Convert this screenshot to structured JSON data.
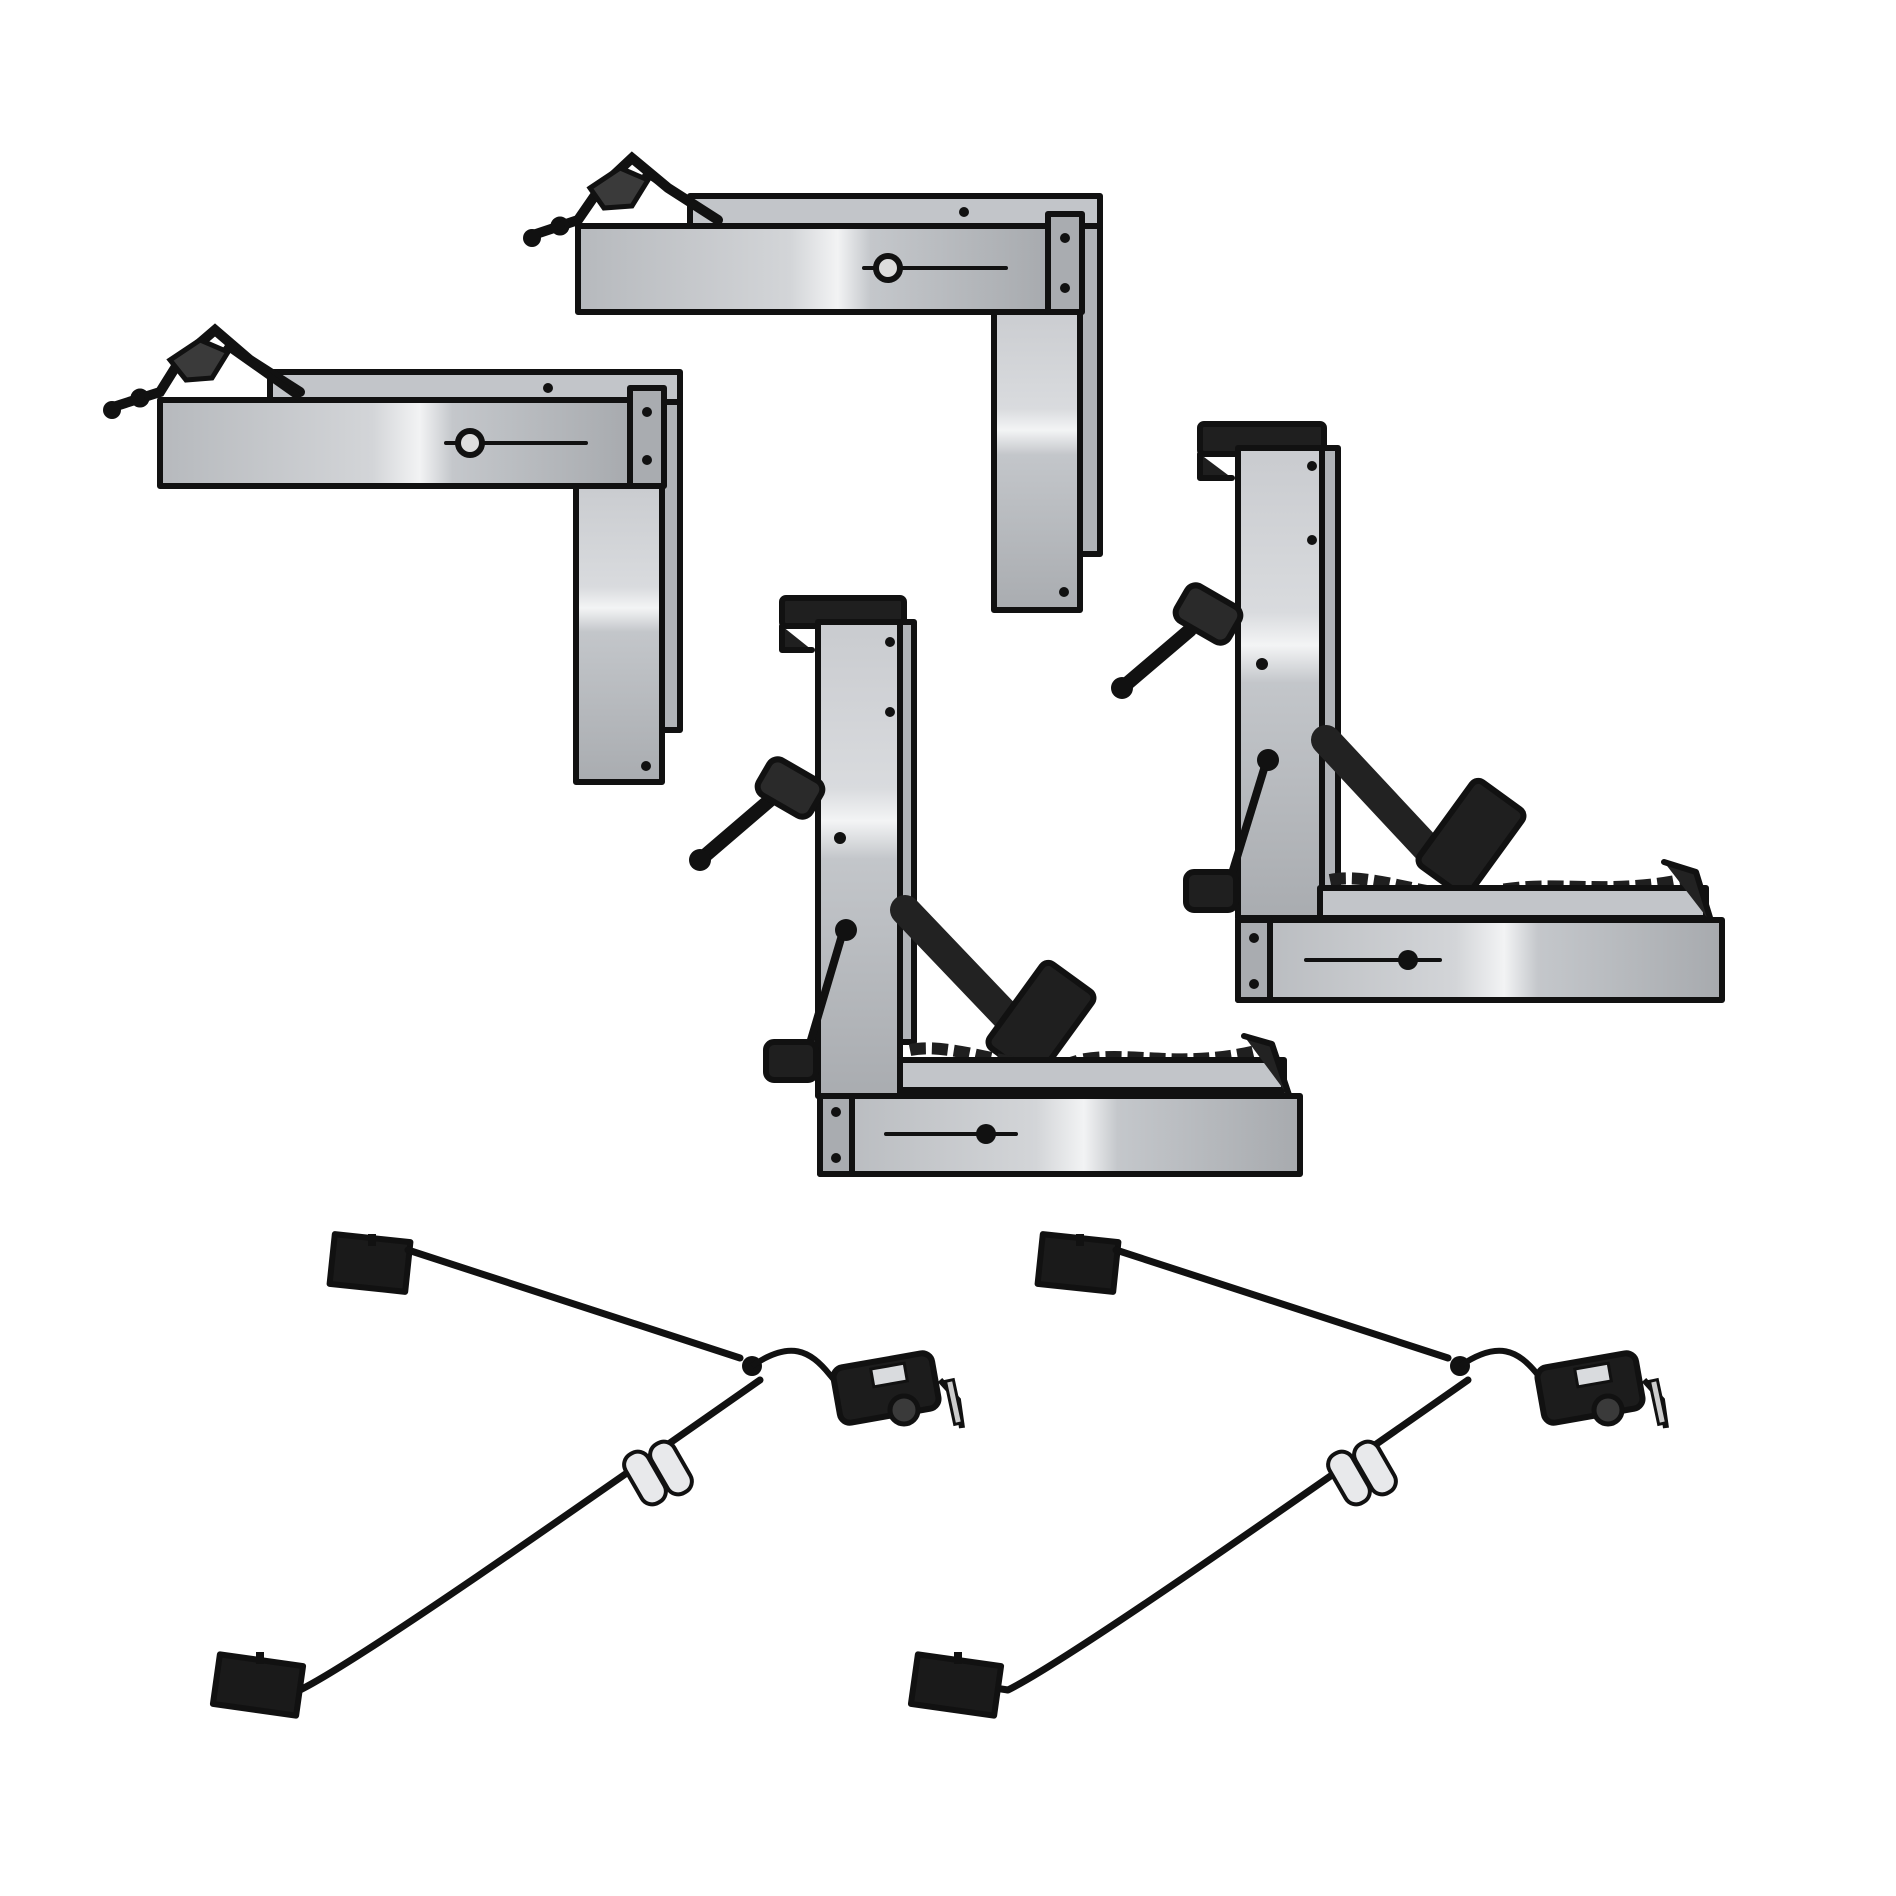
{
  "image": {
    "background": "#ffffff",
    "colors": {
      "steel_light": "#d4d6d9",
      "steel_mid": "#b9bcc0",
      "steel_dark": "#9a9da2",
      "highlight": "#f4f5f6",
      "ink": "#111111",
      "rubber": "#2a2a2a"
    },
    "objects": [
      {
        "name": "l-bracket-with-chain"
      },
      {
        "name": "l-bracket-with-chain"
      },
      {
        "name": "upright-bracket-with-clamp-handle"
      },
      {
        "name": "upright-bracket-with-clamp-handle"
      },
      {
        "name": "angled-rod-with-ratchet"
      },
      {
        "name": "angled-rod-with-ratchet"
      }
    ]
  }
}
